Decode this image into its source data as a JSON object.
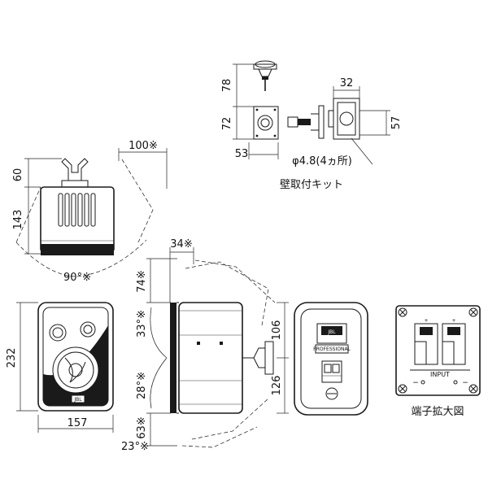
{
  "dimensions": {
    "d100": "100※",
    "d60": "60",
    "d143": "143",
    "d90": "90°※",
    "d34": "34※",
    "d74": "74※",
    "d33": "33°※",
    "d28": "28°※",
    "d63": "63※",
    "d23": "23°※",
    "d232": "232",
    "d157": "157",
    "d106": "106",
    "d126": "126",
    "d78": "78",
    "d72": "72",
    "d53": "53",
    "d32": "32",
    "d57": "57",
    "hole": "φ4.8(4ヵ所)"
  },
  "labels": {
    "wall_kit": "壁取付キット",
    "terminal": "端子拡大図",
    "input": "INPUT",
    "brand": "JBL",
    "professional": "PROFESSIONAL",
    "plus": "+",
    "minus": "−"
  }
}
